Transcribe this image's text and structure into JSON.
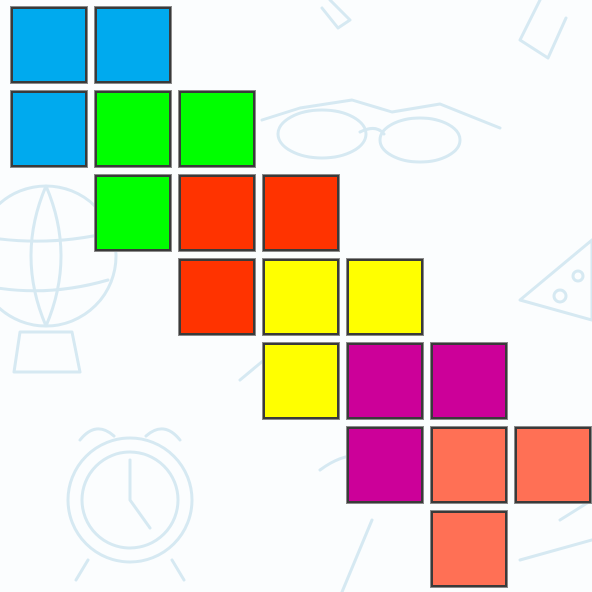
{
  "puzzle": {
    "pieces": [
      {
        "name": "blue",
        "color": "#00aaee",
        "cells": [
          [
            0,
            0
          ],
          [
            0,
            1
          ],
          [
            1,
            0
          ]
        ]
      },
      {
        "name": "green",
        "color": "#00ff00",
        "cells": [
          [
            1,
            1
          ],
          [
            1,
            2
          ],
          [
            2,
            1
          ]
        ]
      },
      {
        "name": "red",
        "color": "#ff3300",
        "cells": [
          [
            2,
            2
          ],
          [
            2,
            3
          ],
          [
            3,
            2
          ]
        ]
      },
      {
        "name": "yellow",
        "color": "#ffff00",
        "cells": [
          [
            3,
            3
          ],
          [
            3,
            4
          ],
          [
            4,
            3
          ]
        ]
      },
      {
        "name": "magenta",
        "color": "#cc0099",
        "cells": [
          [
            4,
            4
          ],
          [
            4,
            5
          ],
          [
            5,
            4
          ]
        ]
      },
      {
        "name": "coral",
        "color": "#ff7055",
        "cells": [
          [
            5,
            5
          ],
          [
            5,
            6
          ],
          [
            6,
            5
          ]
        ]
      }
    ]
  }
}
